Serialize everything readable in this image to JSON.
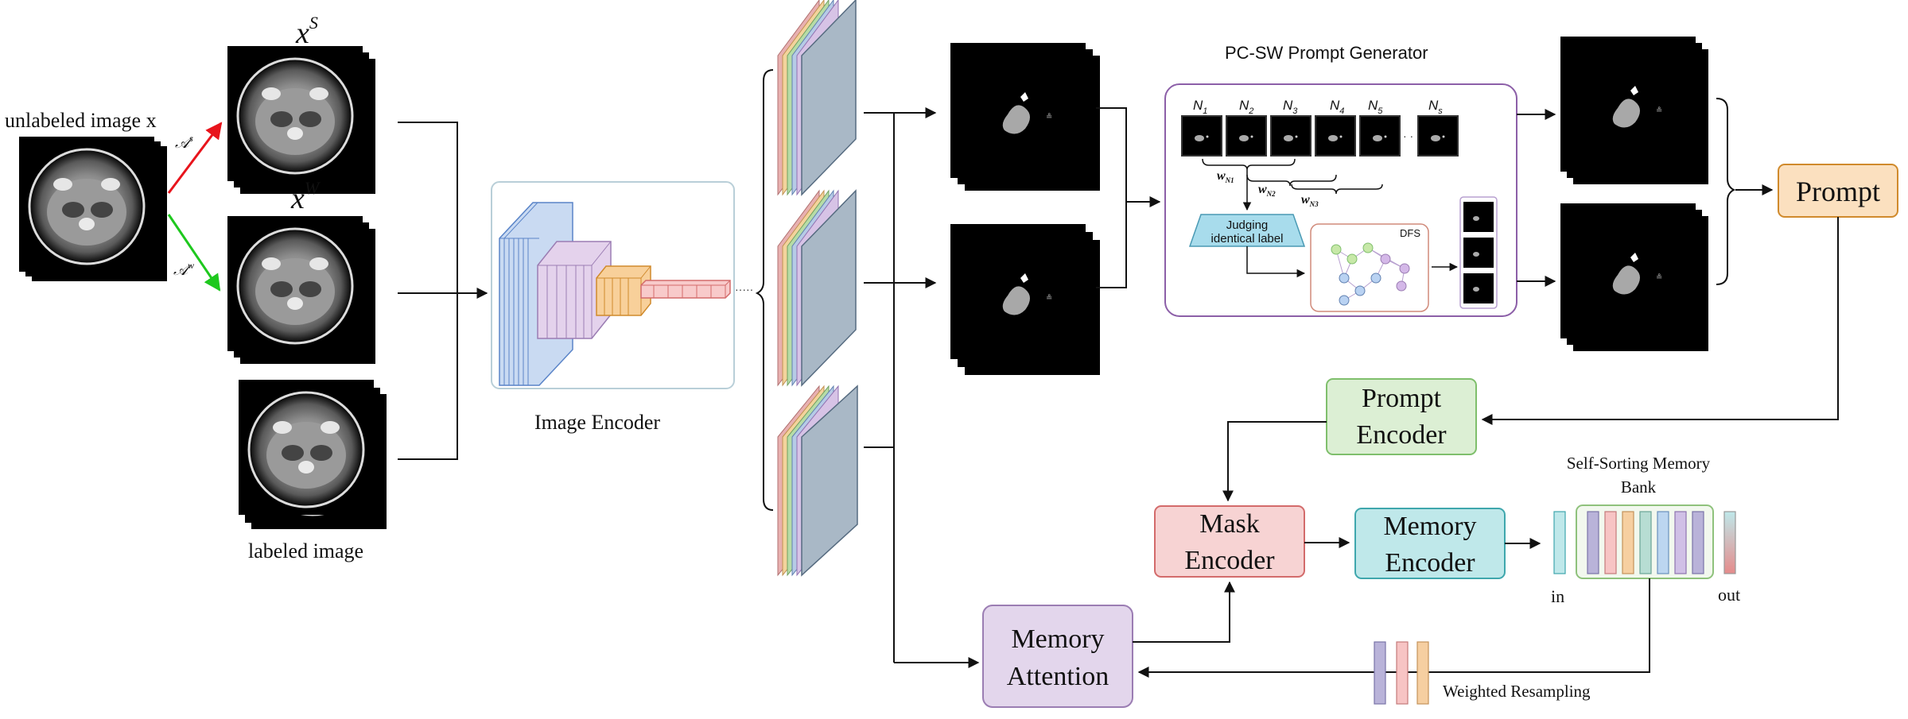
{
  "labels": {
    "unlabeled": "unlabeled image x",
    "labeled": "labeled image",
    "xs_base": "x",
    "xs_sup": "S",
    "xw_base": "x",
    "xw_sup": "W",
    "aug_s": "𝒜",
    "aug_s_sup": "s",
    "aug_w": "𝒜",
    "aug_w_sup": "w",
    "image_encoder": "Image Encoder",
    "dots": "·····",
    "pc_sw_title": "PC-SW Prompt Generator",
    "judging_line1": "Judging",
    "judging_line2": "identical label",
    "dfs": "DFS",
    "prompt": "Prompt",
    "prompt_encoder_line1": "Prompt",
    "prompt_encoder_line2": "Encoder",
    "mask_encoder_line1": "Mask",
    "mask_encoder_line2": "Encoder",
    "memory_encoder_line1": "Memory",
    "memory_encoder_line2": "Encoder",
    "memory_attention_line1": "Memory",
    "memory_attention_line2": "Attention",
    "self_sorting_line1": "Self-Sorting Memory",
    "self_sorting_line2": "Bank",
    "in": "in",
    "out": "out",
    "weighted_resampling": "Weighted Resampling",
    "n_dots": "· ·"
  },
  "n_labels": [
    {
      "base": "N",
      "sub": "1"
    },
    {
      "base": "N",
      "sub": "2"
    },
    {
      "base": "N",
      "sub": "3"
    },
    {
      "base": "N",
      "sub": "4"
    },
    {
      "base": "N",
      "sub": "5"
    },
    {
      "base": "N",
      "sub": "s"
    }
  ],
  "w_labels": [
    {
      "base": "w",
      "sub": "N1"
    },
    {
      "base": "w",
      "sub": "N2"
    },
    {
      "base": "w",
      "sub": "N3"
    }
  ],
  "colors": {
    "aug_strong": "#e8141c",
    "aug_weak": "#1ec81e",
    "prompt_fill": "#fbe0bf",
    "prompt_stroke": "#d08a2c",
    "prompt_encoder_fill": "#dcefd4",
    "prompt_encoder_stroke": "#7fbf6c",
    "mask_encoder_fill": "#f7d3d3",
    "mask_encoder_stroke": "#d36b6b",
    "memory_encoder_fill": "#bfe8ea",
    "memory_encoder_stroke": "#3fa7ad",
    "memory_attention_fill": "#e3d6ec",
    "memory_attention_stroke": "#9b7db3",
    "pc_sw_stroke": "#8c5fa8",
    "judging_fill": "#a8dcec",
    "dfs_stroke": "#d08a7a",
    "memory_bank_stroke": "#8fc27c",
    "feature_layer_colors": [
      "#e8b0b0",
      "#f3d39c",
      "#b7dca6",
      "#b6cbe6",
      "#d7c3e6"
    ]
  },
  "memory_slot_colors": [
    "#b9b3d9",
    "#f7c4c4",
    "#f6cfa1",
    "#b7ddd3",
    "#bcd6f0",
    "#d0c0e6"
  ],
  "resample_colors": [
    "#b9b3d9",
    "#f7c4c4",
    "#f6cfa1"
  ],
  "graph": {
    "node_colors": {
      "green": "#c7e8a8",
      "purple": "#d4b8e8",
      "blue": "#b9d2f2"
    }
  }
}
